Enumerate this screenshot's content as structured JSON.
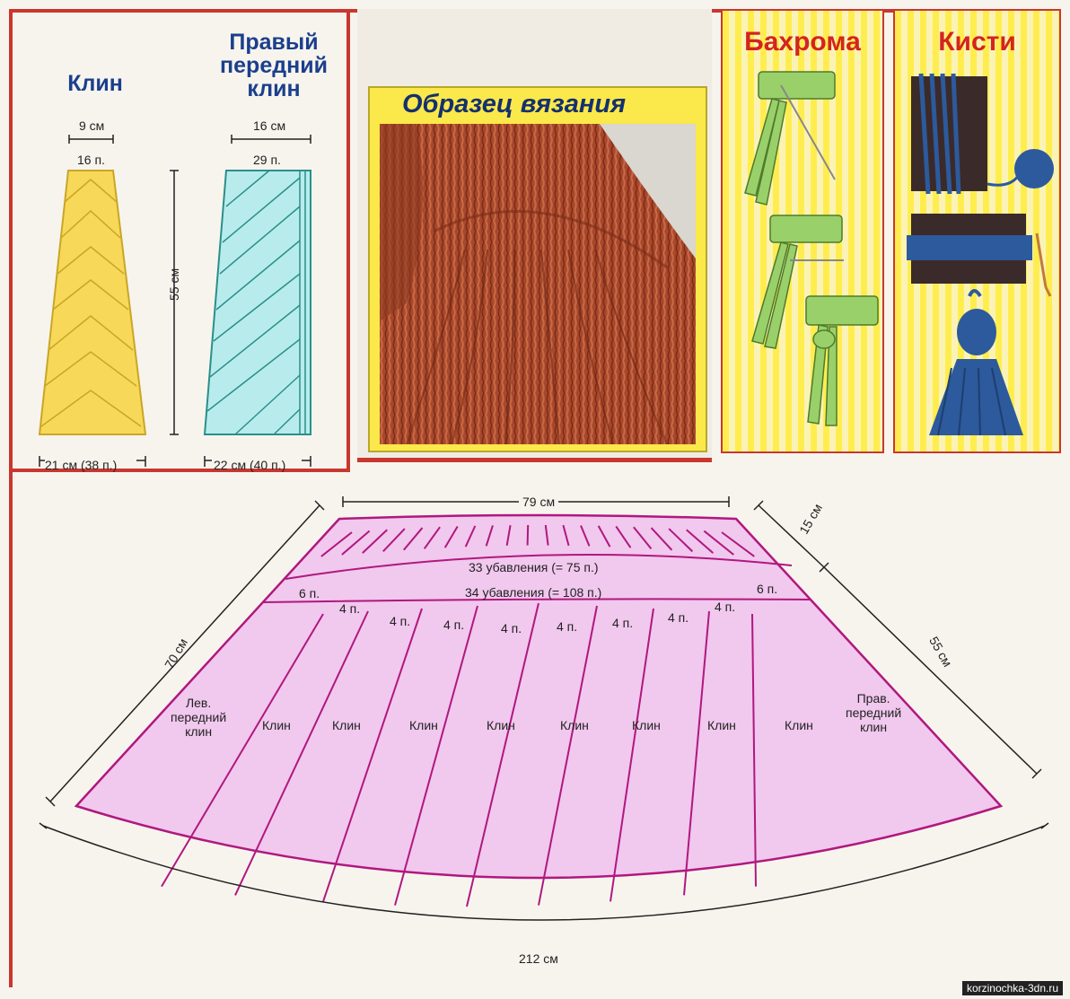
{
  "wedge": {
    "title": "Клин",
    "top_width": "9 см",
    "top_stitches": "16 п.",
    "bottom": "21 см (38 п.)",
    "height": "55 см"
  },
  "front_wedge": {
    "title_line1": "Правый",
    "title_line2": "передний",
    "title_line3": "клин",
    "top_width": "16 см",
    "top_stitches": "29 п.",
    "bottom": "22 см (40 п.)"
  },
  "sample": {
    "title": "Образец вязания"
  },
  "fringe": {
    "title": "Бахрома"
  },
  "tassels": {
    "title": "Кисти"
  },
  "skirt": {
    "top_width": "79 см",
    "yoke_height": "15 см",
    "side_left": "70 см",
    "side_right": "55 см",
    "bottom_width": "212 см",
    "decrease_1": "33 убавления (= 75 п.)",
    "decrease_2": "34 убавления (= 108 п.)",
    "edge_stitches": "6 п.",
    "panel_stitches": "4 п.",
    "left_front_line1": "Лев.",
    "left_front_line2": "передний",
    "left_front_line3": "клин",
    "right_front_line1": "Прав.",
    "right_front_line2": "передний",
    "right_front_line3": "клин",
    "wedge_label": "Клин"
  },
  "watermark": "korzinochka-3dn.ru",
  "colors": {
    "yellow": "#f8d858",
    "cyan": "#b8ecec",
    "pink": "#f1c8ee",
    "magenta": "#b0187e",
    "red": "#c8372f",
    "blue": "#1b3f8c"
  }
}
